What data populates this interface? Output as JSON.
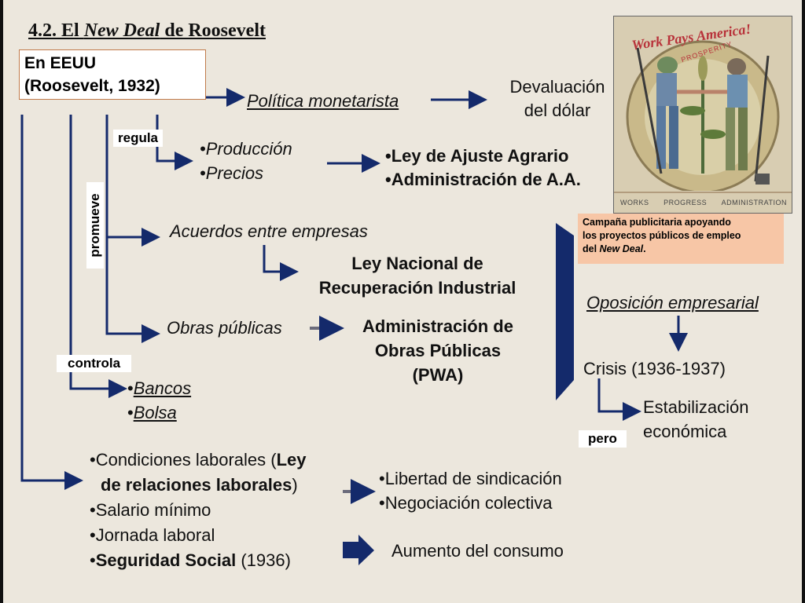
{
  "title_prefix": "4.2. El ",
  "title_italic": "New Deal",
  "title_suffix": " de Roosevelt",
  "origin_line1": "En EEUU",
  "origin_line2": "(Roosevelt, 1932)",
  "labels": {
    "regula": "regula",
    "promueve": "promueve",
    "controla": "controla",
    "pero": "pero"
  },
  "monetary": {
    "policy": "Política monetarista",
    "result_line1": "Devaluación",
    "result_line2": "del dólar"
  },
  "regulates": {
    "item1": "•Producción",
    "item2": "•Precios",
    "law1": "•Ley de Ajuste Agrario",
    "law2": "•Administración de A.A."
  },
  "agreements": {
    "label": "Acuerdos entre empresas",
    "law_line1": "Ley Nacional de",
    "law_line2": "Recuperación Industrial"
  },
  "works": {
    "label": "Obras públicas",
    "admin_line1": "Administración de",
    "admin_line2": "Obras Públicas",
    "admin_line3": "(PWA)"
  },
  "controls": {
    "item1": "Bancos",
    "item2": "Bolsa"
  },
  "labor": {
    "cond_a": "•Condiciones laborales (",
    "cond_b": "Ley",
    "cond_c": "de relaciones laborales",
    "cond_d": ")",
    "min_wage": "•Salario mínimo",
    "workday": "•Jornada laboral",
    "social_b": "Seguridad Social",
    "social_year": " (1936)",
    "result1": "•Libertad de sindicación",
    "result2": "•Negociación colectiva",
    "consumption": "Aumento del consumo"
  },
  "outcomes": {
    "opposition": "Oposición empresarial",
    "crisis": "Crisis (1936-1937)",
    "stab_line1": "Estabilización",
    "stab_line2": "económica"
  },
  "poster": {
    "slogan": "Work Pays America!",
    "arc": "PROSPERITY",
    "footer1": "WORKS",
    "footer2": "PROGRESS",
    "footer3": "ADMINISTRATION"
  },
  "caption_line1": "Campaña publicitaria apoyando",
  "caption_line2": "los proyectos públicos de empleo",
  "caption_line3": "del ",
  "caption_italic": "New Deal",
  "caption_end": ".",
  "colors": {
    "arrow": "#142a6b",
    "background": "#ece7dd",
    "caption_bg": "#f7c6a6"
  }
}
